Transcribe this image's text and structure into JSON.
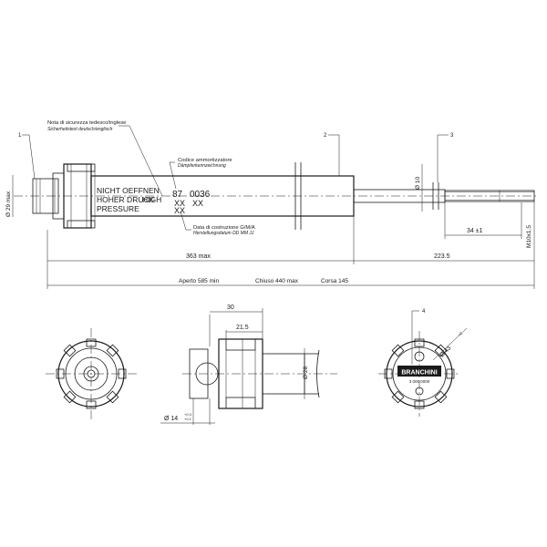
{
  "balloons": {
    "b1": "1",
    "b2": "2",
    "b3": "3",
    "b4": "4"
  },
  "notes": {
    "safety_it": "Nota di sicurezza tedesco/inglese",
    "safety_de": "Sicherheitstext deutsch/englisch",
    "code_it": "Codice ammortizzatore",
    "code_de": "Dämpferkennzeichnung",
    "date_it": "Data di costruzione G/M/A",
    "date_de": "Herstellungsdatum DD MM JJ"
  },
  "body_text": {
    "line1": "NICHT OEFFNEN",
    "line2": "HOHER DRUCK",
    "line2b": "HIGH",
    "line3": "PRESSURE",
    "code_a": "87",
    "code_b": "0036",
    "date_a": "XX",
    "date_b": "XX",
    "date_c": "XX"
  },
  "dimensions": {
    "d29": "Ø 29 max",
    "d10": "Ø 10",
    "thread": "M10x1.5",
    "len34": "34 ±1",
    "len363": "363 max",
    "len223": "223.5",
    "d30": "30",
    "d21": "21.5",
    "d28": "Ø 28",
    "d14": "Ø 14",
    "d14tol_up": "+0.3",
    "d14tol_dn": "+0.1",
    "d43": "Ø 43",
    "d43tol": "+2"
  },
  "summary": {
    "aperto": "Aperto 585 min",
    "chiuso": "Chiuso 440 max",
    "corsa": "Corsa 145"
  },
  "label": {
    "brand": "BRANCHINI",
    "row2": "3 000 0000"
  },
  "colors": {
    "line": "#1a1a1a",
    "paper": "#ffffff"
  }
}
